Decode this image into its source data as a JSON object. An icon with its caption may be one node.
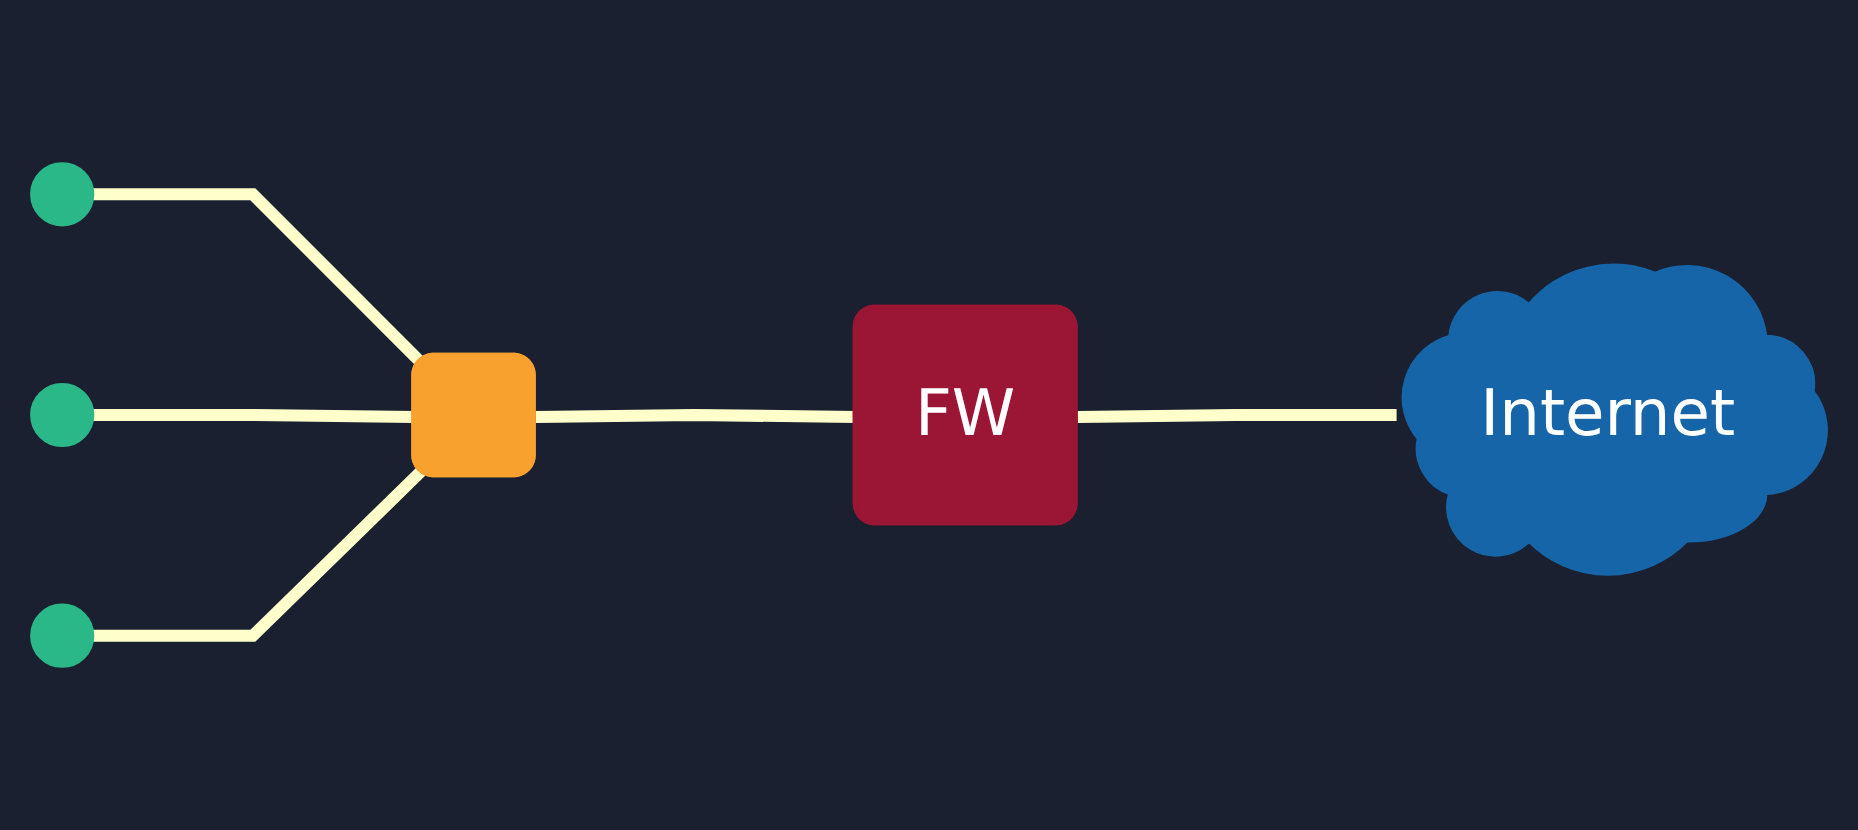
{
  "diagram": {
    "nodes": [
      {
        "text": [],
        "shape": "circle"
      },
      {
        "text": [],
        "shape": "circle"
      },
      {
        "text": [],
        "shape": "circle"
      },
      {
        "text": [],
        "shape": "box"
      },
      {
        "text": [
          "FW"
        ]
      },
      {
        "text": [
          "Internet"
        ]
      }
    ],
    "edges": [
      {
        "from": 0,
        "to": 3,
        "arrow": "none"
      },
      {
        "from": 1,
        "to": 3,
        "arrow": "none"
      },
      {
        "from": 2,
        "to": 3,
        "arrow": "none"
      },
      {
        "from": 3,
        "to": 4,
        "arrow": "none"
      },
      {
        "from": 4,
        "to": 5,
        "arrow": "none"
      }
    ]
  }
}
